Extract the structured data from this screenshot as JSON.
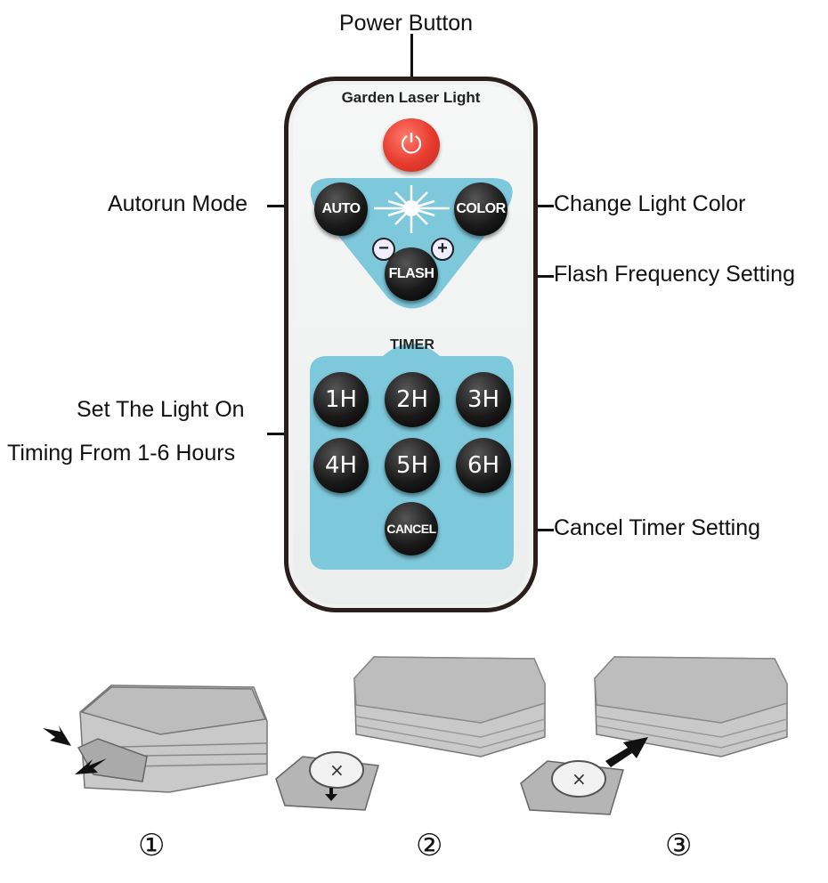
{
  "callouts": {
    "power": "Power Button",
    "auto": "Autorun Mode",
    "color": "Change Light Color",
    "flash": "Flash Frequency Setting",
    "timer_line1": "Set The Light On",
    "timer_line2": "Timing From 1-6 Hours",
    "cancel": "Cancel Timer Setting"
  },
  "remote": {
    "title": "Garden Laser Light",
    "power_icon": "⏻",
    "auto_label": "AUTO",
    "color_label": "COLOR",
    "flash_label": "FLASH",
    "minus": "−",
    "plus": "+",
    "timer_title": "TIMER",
    "timer_buttons": [
      "1H",
      "2H",
      "3H",
      "4H",
      "5H",
      "6H"
    ],
    "cancel_label": "CANCEL"
  },
  "steps": [
    "①",
    "②",
    "③"
  ],
  "colors": {
    "power_red": "#e63b2e",
    "panel_blue": "#7ec8dc",
    "button_black": "#111111",
    "frame_brown": "#2a1f1c"
  },
  "icons": [
    "power-icon",
    "laser-star-icon",
    "minus-icon",
    "plus-icon",
    "arrow-icon",
    "battery-icon"
  ]
}
